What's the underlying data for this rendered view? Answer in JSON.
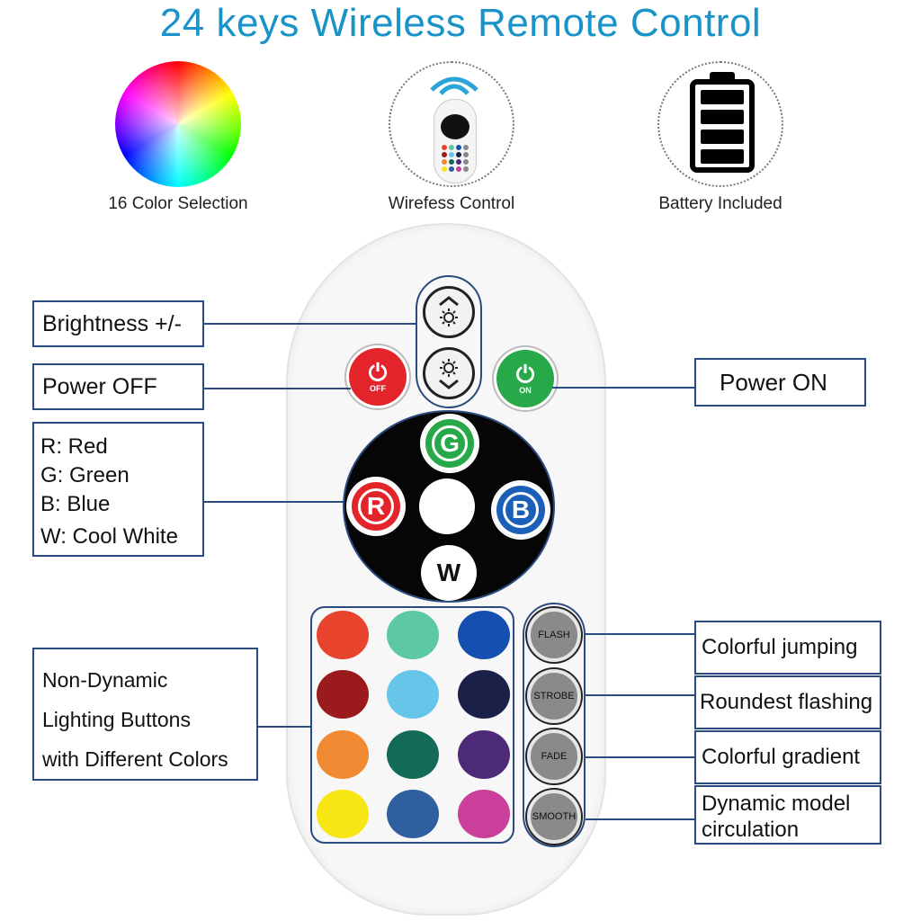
{
  "title": "24 keys Wireless Remote Control",
  "features": [
    {
      "caption": "16 Color Selection",
      "icon": "color-wheel-icon"
    },
    {
      "caption": "Wirefess Control",
      "icon": "remote-signal-icon"
    },
    {
      "caption": "Battery Included",
      "icon": "battery-icon"
    }
  ],
  "labels": {
    "brightness": "Brightness +/-",
    "power_off": "Power OFF",
    "power_on": "Power ON",
    "rgbw": [
      "R: Red",
      "G: Green",
      "B: Blue",
      "W: Cool White"
    ],
    "non_dynamic": [
      "Non-Dynamic",
      "Lighting Buttons",
      "with Different Colors"
    ],
    "flash_desc": "Colorful jumping",
    "strobe_desc": "Roundest flashing",
    "fade_desc": "Colorful gradient",
    "smooth_desc": [
      "Dynamic model",
      "circulation"
    ]
  },
  "remote": {
    "off_label": "OFF",
    "on_label": "ON",
    "color_keys": {
      "g": "G",
      "r": "R",
      "b": "B",
      "w": "W"
    },
    "modes": [
      "FLASH",
      "STROBE",
      "FADE",
      "SMOOTH"
    ],
    "swatches": [
      [
        "#e8432c",
        "#5cc9a2",
        "#1550b0"
      ],
      [
        "#9b1a1c",
        "#66c6ea",
        "#1a2048"
      ],
      [
        "#f08a33",
        "#136b57",
        "#4d2a78"
      ],
      [
        "#f8e514",
        "#2f5fa0",
        "#c93f9a"
      ]
    ]
  },
  "colors": {
    "accent": "#1a93c8",
    "outline": "#2a4b80",
    "power_off": "#e3242b",
    "power_on": "#27a849",
    "green_key": "#27a849",
    "red_key": "#e3242b",
    "blue_key": "#1a5fb8"
  }
}
